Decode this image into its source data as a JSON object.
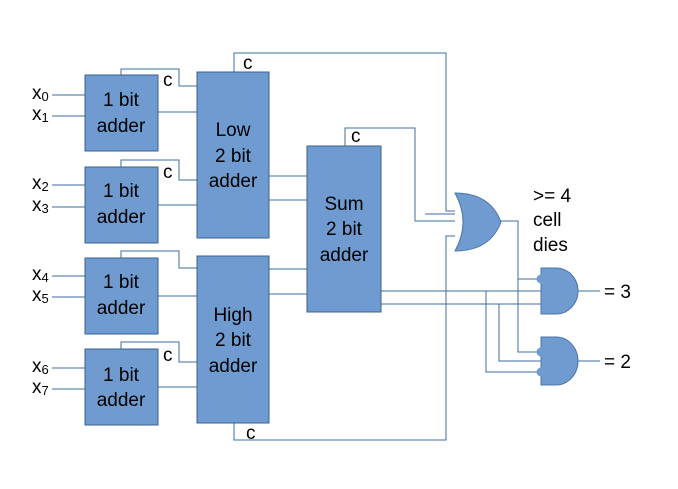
{
  "inputs": [
    {
      "name": "x",
      "sub": "0"
    },
    {
      "name": "x",
      "sub": "1"
    },
    {
      "name": "x",
      "sub": "2"
    },
    {
      "name": "x",
      "sub": "3"
    },
    {
      "name": "x",
      "sub": "4"
    },
    {
      "name": "x",
      "sub": "5"
    },
    {
      "name": "x",
      "sub": "6"
    },
    {
      "name": "x",
      "sub": "7"
    }
  ],
  "one_bit_adder": {
    "line1": "1 bit",
    "line2": "adder"
  },
  "low_adder": {
    "line1": "Low",
    "line2": "2 bit",
    "line3": "adder"
  },
  "high_adder": {
    "line1": "High",
    "line2": "2 bit",
    "line3": "adder"
  },
  "sum_adder": {
    "line1": "Sum",
    "line2": "2 bit",
    "line3": "adder"
  },
  "carry_label": "c",
  "or_output": {
    "line1": ">= 4",
    "line2": "cell",
    "line3": "dies"
  },
  "and_outputs": {
    "eq3": "= 3",
    "eq2": "= 2"
  },
  "colors": {
    "block_fill": "#6f9bd1",
    "block_stroke": "#3a5f8f",
    "wire": "#3d6ea0"
  }
}
